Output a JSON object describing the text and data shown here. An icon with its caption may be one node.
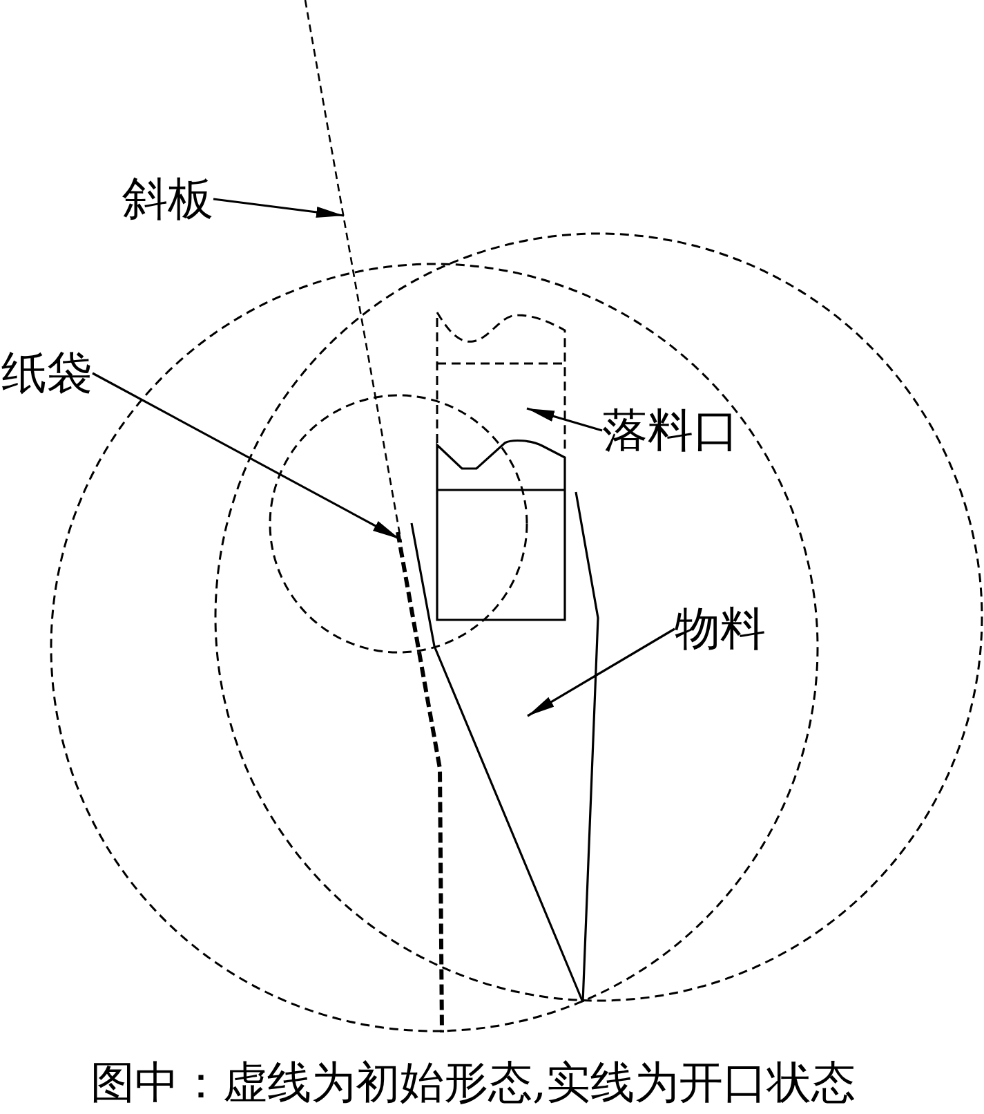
{
  "diagram": {
    "caption": "图中：虚线为初始形态,实线为开口状态",
    "nodes": [
      {
        "text": [
          "斜板"
        ]
      },
      {
        "text": [
          "纸袋"
        ]
      },
      {
        "text": [
          "落料口"
        ]
      },
      {
        "text": [
          "物料"
        ]
      }
    ],
    "edges": [
      {
        "from": 0,
        "to": null,
        "arrow": "to"
      },
      {
        "from": 1,
        "to": null,
        "arrow": "to"
      },
      {
        "from": 2,
        "to": null,
        "arrow": "to"
      },
      {
        "from": 3,
        "to": null,
        "arrow": "to"
      }
    ]
  }
}
